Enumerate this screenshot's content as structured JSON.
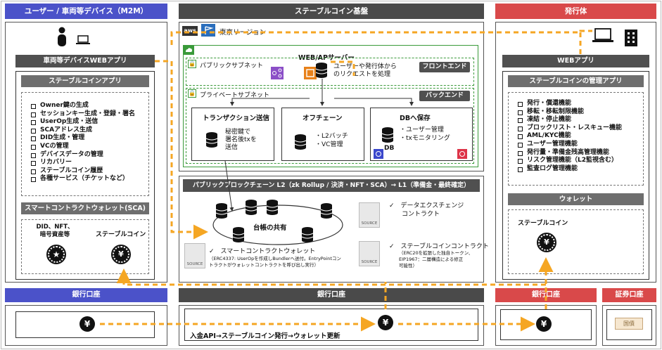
{
  "headers": {
    "user": "ユーザー / 車両等デバイス（M2M）",
    "platform": "ステーブルコイン基盤",
    "issuer": "発行体"
  },
  "user": {
    "webapp": "車両等デバイスWEBアプリ",
    "stablecoin_app": "ステーブルコインアプリ",
    "features": [
      "Owner鍵の生成",
      "セッションキー生成・登録・署名",
      "UserOp生成・送信",
      "SCAアドレス生成",
      "DID生成・管理",
      "VCの管理",
      "デバイスデータの管理",
      "リカバリー",
      "ステーブルコイン履歴",
      "各種サービス（チケットなど）"
    ],
    "sca": "スマートコントラクトウォレット(SCA)",
    "asset_lines": [
      "DID、NFT、",
      "暗号資産等"
    ],
    "stablecoin": "ステーブルコイン",
    "bank": "銀行口座",
    "yen": "¥"
  },
  "aws": {
    "logo": "aws",
    "region": "東京リージョン",
    "server": "WEB/APサーバー",
    "public_subnet": "パブリックサブネット",
    "private_subnet": "プライベートサブネット",
    "request_lines": [
      "ユーザーや発行体から",
      "のリクエストを処理"
    ],
    "frontend": "フロントエンド",
    "backend": "バックエンド",
    "tx_title": "トランザクション送信",
    "tx_lines": [
      "秘密鍵で",
      "署名後txを",
      "送信"
    ],
    "offchain_title": "オフチェーン",
    "offchain_items": [
      "・L2バッチ",
      "・VC管理"
    ],
    "db_title": "DBへ保存",
    "db_items": [
      "・ユーザー管理",
      "・txモニタリング"
    ],
    "db_label": "DB"
  },
  "chain": {
    "title": "パブリックブロックチェーン L2（zk Rollup / 決済・NFT・SCA）→ L1（準備金・最終確定）",
    "ledger": "台帳の共有",
    "dex_lines": [
      "✓　データエクスチェンジ",
      "　　コントラクト"
    ],
    "sca_title": "✓　スマートコントラクトウォレット",
    "sca_notes": [
      "（ERC4337: UserOpを作成しBundlerへ送付。EntryPointコン",
      "トラクトがウォレットコントラクトを呼び出し実行）"
    ],
    "coin_title": "✓　ステーブルコインコントラクト",
    "coin_notes": [
      "（ERC20を拡張した独自トークン、",
      "EIP1967：二層構造による修正",
      "可能性）"
    ],
    "source_label": "SOURCE"
  },
  "platform_bank": {
    "bank": "銀行口座",
    "api": "入金API→ステーブルコイン発行→ウォレット更新",
    "yen": "¥"
  },
  "issuer": {
    "webapp": "WEBアプリ",
    "mgmt_app": "ステーブルコインの管理アプリ",
    "features": [
      "発行・償還機能",
      "移転・移転制限機能",
      "凍結・停止機能",
      "ブロックリスト・レスキュー機能",
      "AML/KYC機能",
      "ユーザー管理機能",
      "発行量・準備金残高管理機能",
      "リスク管理機能（L2監視含む）",
      "監査ログ管理機能"
    ],
    "wallet": "ウォレット",
    "stablecoin": "ステーブルコイン",
    "bank": "銀行口座",
    "securities": "証券口座",
    "certificate": "国債",
    "yen": "¥"
  },
  "colors": {
    "blue": "#4b52c9",
    "gray": "#4a4a4a",
    "red": "#d9494a",
    "arrow": "#f5a623",
    "green": "#3a9a3a",
    "aws_orange": "#e8811a"
  }
}
